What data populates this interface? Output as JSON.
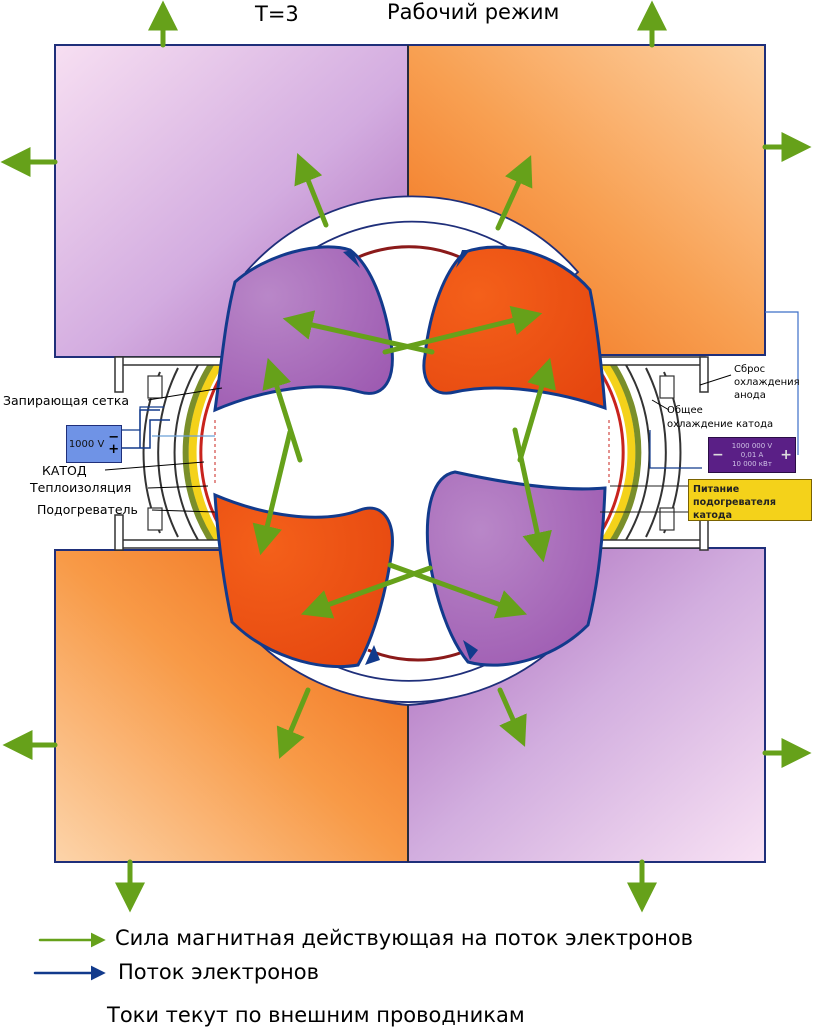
{
  "header": {
    "time_label": "T=3",
    "mode_title": "Рабочий режим"
  },
  "left_labels": {
    "grid": "Запирающая сетка",
    "cathode": "КАТОД",
    "insulation": "Теплоизоляция",
    "heater": "Подогреватель"
  },
  "right_labels": {
    "anode_reset_line1": "Сброс",
    "anode_reset_line2": "охлаждения",
    "anode_reset_line3": "анода",
    "common_cooling_line1": "Общее",
    "common_cooling_line2": "охлаждение катода"
  },
  "battery": {
    "voltage": "1000 V",
    "minus": "−",
    "plus": "+"
  },
  "main_supply": {
    "minus": "−",
    "plus": "+",
    "line1": "1000 000 V",
    "line2": "0,01 А",
    "line3": "10 000 кВт"
  },
  "heater_supply": {
    "line1": "Питание подогревателя",
    "line2": "катода"
  },
  "legend": {
    "force": "Сила магнитная действующая на поток электронов",
    "electron_flow": "Поток электронов",
    "note": "Токи текут по внешним проводникам"
  },
  "colors": {
    "arrow_green": "#66a11a",
    "electron_blue": "#123a8c",
    "battery_blue": "#6f93e6",
    "main_supply_purple": "#5a1f86",
    "heater_supply_yellow": "#f4d21a",
    "orange": "#f07820",
    "violet": "#b57fc2"
  }
}
